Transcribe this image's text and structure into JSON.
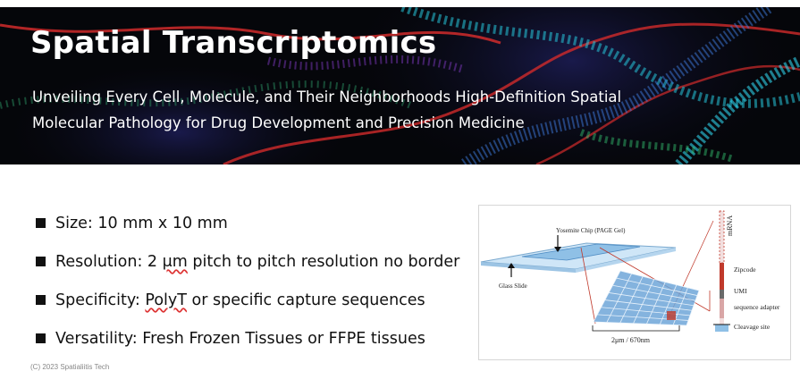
{
  "hero": {
    "title": "Spatial Transcriptomics",
    "subtitle_line1": "Unveiling Every Cell, Molecule, and Their Neighborhoods High-Definition Spatial",
    "subtitle_line2": "Molecular Pathology for Drug Development and Precision Medicine"
  },
  "features": [
    {
      "label": "Size:",
      "value": "10 mm x 10 mm"
    },
    {
      "label": "Resolution:",
      "value_pre": "2",
      "value_unit": "μm",
      "value_post": "pitch to pitch resolution no border"
    },
    {
      "label": "Specificity:",
      "value_key": "PolyT",
      "value_rest": "or specific capture sequences"
    },
    {
      "label": "Versatility:",
      "value": "Fresh Frozen Tissues or FFPE tissues"
    }
  ],
  "figure": {
    "chip_label": "Yosemite Chip (PAGE  Gel)",
    "slide_label": "Glass Slide",
    "scale_label": "2μm / 670nm",
    "mrna_label": "mRNA",
    "zipcode_label": "Zipcode",
    "umi_label": "UMI",
    "adapter_label": "sequence adapter",
    "cleavage_label": "Cleavage site",
    "colors": {
      "chip": "#8fc0e6",
      "grid": "#6fa6d8",
      "strand": "#c0392b"
    }
  },
  "footer": {
    "text": "(C) 2023 Spatialiitis Tech"
  }
}
